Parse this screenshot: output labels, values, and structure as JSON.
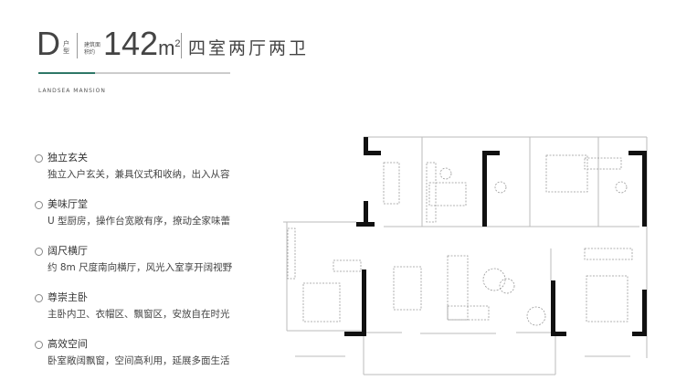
{
  "header": {
    "type_letter": "D",
    "type_label": "户型",
    "area_label": "建筑面积约",
    "area_value": "142",
    "area_unit": "m",
    "area_sup": "2",
    "layout": "四室两厅两卫",
    "brand": "LANDSEA MANSION",
    "accent_color": "#2e7767"
  },
  "features": [
    {
      "title": "独立玄关",
      "desc": "独立入户玄关，兼具仪式和收纳，出入从容"
    },
    {
      "title": "美味厅堂",
      "desc": "U 型厨房，操作台宽敞有序，撩动全家味蕾"
    },
    {
      "title": "阔尺横厅",
      "desc": "约 8m 尺度南向横厅，风光入室享开阔视野"
    },
    {
      "title": "尊崇主卧",
      "desc": "主卧内卫、衣帽区、飘窗区，安放自在时光"
    },
    {
      "title": "高效空间",
      "desc": "卧室敞阔飘窗，空间高利用，延展多面生活"
    }
  ]
}
